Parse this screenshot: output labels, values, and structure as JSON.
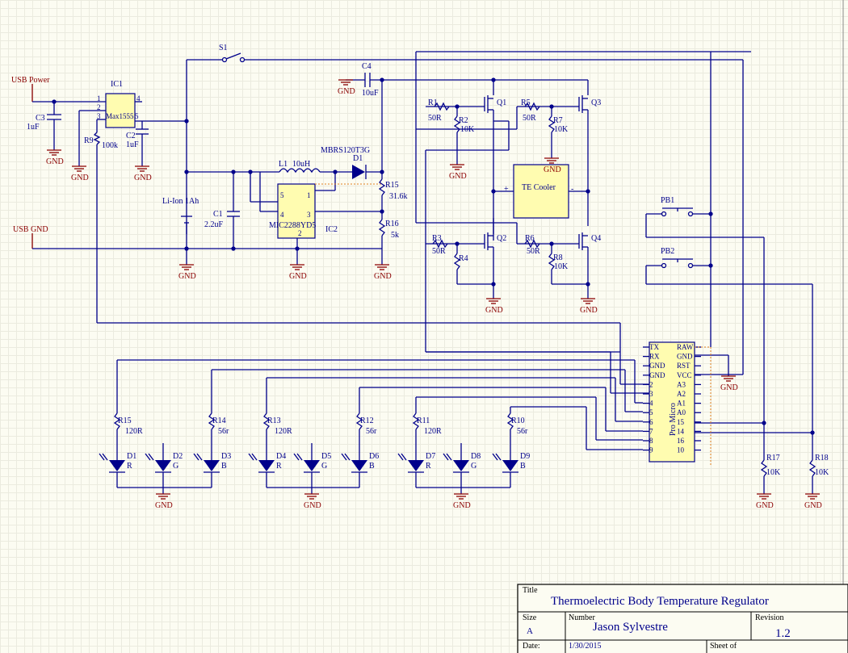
{
  "net_labels": {
    "usb_power": "USB Power",
    "usb_gnd": "USB GND"
  },
  "gnd_label": "GND",
  "switches": {
    "s1": "S1",
    "pb1": "PB1",
    "pb2": "PB2"
  },
  "ic1": {
    "ref": "IC1",
    "part": "Max1555",
    "pins": [
      "1",
      "2",
      "3",
      "4",
      "5"
    ]
  },
  "ic2": {
    "ref": "IC2",
    "part": "MIC2288YD5",
    "pins": [
      "5",
      "4",
      "1",
      "3",
      "2"
    ]
  },
  "passives": {
    "c1": {
      "ref": "C1",
      "value": "2.2uF"
    },
    "c2": {
      "ref": "C2",
      "value": "1uF"
    },
    "c3": {
      "ref": "C3",
      "value": "1uF"
    },
    "c4": {
      "ref": "C4",
      "value": "10uF"
    },
    "l1": {
      "ref": "L1",
      "value": "10uH"
    },
    "d1": {
      "ref": "D1",
      "part": "MBRS120T3G"
    },
    "r9": {
      "ref": "R9",
      "value": "100k"
    },
    "r15a": {
      "ref": "R15",
      "value": "31.6k"
    },
    "r16": {
      "ref": "R16",
      "value": "5k"
    },
    "battery": "Li-Ion 1Ah",
    "r1": {
      "ref": "R1",
      "value": "50R"
    },
    "r2": {
      "ref": "R2",
      "value": "10K"
    },
    "r3": {
      "ref": "R3",
      "value": "50R"
    },
    "r4": {
      "ref": "R4",
      "value": ""
    },
    "r5": {
      "ref": "R5",
      "value": "50R"
    },
    "r6": {
      "ref": "R6",
      "value": "50R"
    },
    "r7": {
      "ref": "R7",
      "value": "10K"
    },
    "r8": {
      "ref": "R8",
      "value": "10K"
    },
    "r17": {
      "ref": "R17",
      "value": "10K"
    },
    "r18": {
      "ref": "R18",
      "value": "10K"
    }
  },
  "transistors": [
    "Q1",
    "Q2",
    "Q3",
    "Q4"
  ],
  "cooler": {
    "label": "TE Cooler",
    "plus": "+",
    "minus": "-"
  },
  "led_resistors": [
    {
      "ref": "R15",
      "value": "120R"
    },
    {
      "ref": "R14",
      "value": "56r"
    },
    {
      "ref": "R13",
      "value": "120R"
    },
    {
      "ref": "R12",
      "value": "56r"
    },
    {
      "ref": "R11",
      "value": "120R"
    },
    {
      "ref": "R10",
      "value": "56r"
    }
  ],
  "leds": [
    {
      "ref": "D1",
      "color": "R"
    },
    {
      "ref": "D2",
      "color": "G"
    },
    {
      "ref": "D3",
      "color": "B"
    },
    {
      "ref": "D4",
      "color": "R"
    },
    {
      "ref": "D5",
      "color": "G"
    },
    {
      "ref": "D6",
      "color": "B"
    },
    {
      "ref": "D7",
      "color": "R"
    },
    {
      "ref": "D8",
      "color": "G"
    },
    {
      "ref": "D9",
      "color": "B"
    }
  ],
  "pro_micro": {
    "name": "Pro Micro",
    "left_pins": [
      "TX",
      "RX",
      "GND",
      "GND",
      "2",
      "3",
      "4",
      "5",
      "6",
      "7",
      "8",
      "9"
    ],
    "right_pins": [
      "RAW",
      "GND",
      "RST",
      "VCC",
      "A3",
      "A2",
      "A1",
      "A0",
      "15",
      "14",
      "16",
      "10"
    ]
  },
  "title_block": {
    "title_hdr": "Title",
    "title": "Thermoelectric Body Temperature Regulator",
    "size_hdr": "Size",
    "size": "A",
    "number_hdr": "Number",
    "number": "Jason Sylvestre",
    "revision_hdr": "Revision",
    "revision": "1.2",
    "date_hdr": "Date:",
    "date": "1/30/2015",
    "sheet_hdr": "Sheet     of"
  }
}
